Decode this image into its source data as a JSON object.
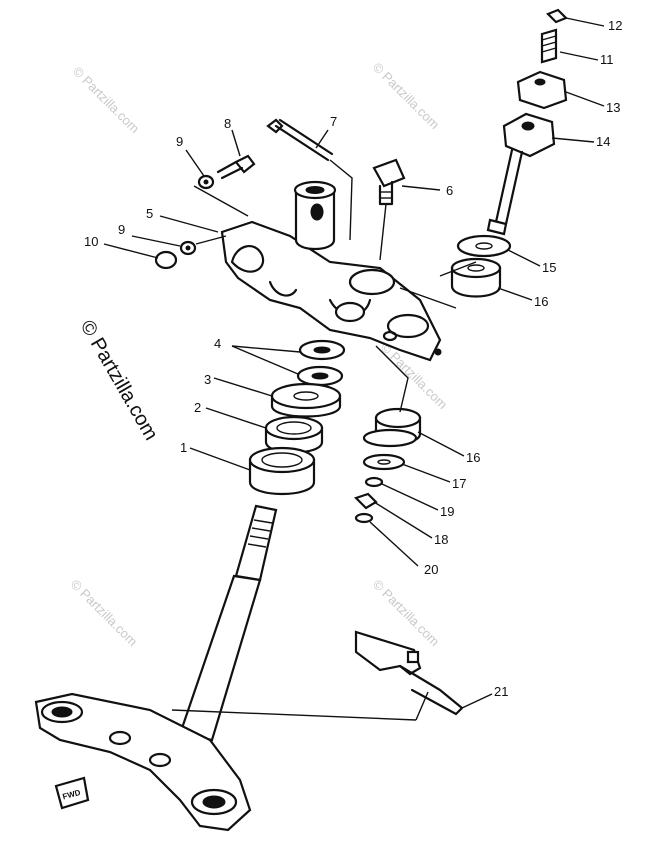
{
  "watermark": {
    "text": "© Partzilla.com",
    "color": "#c9c9c9"
  },
  "front_marker": {
    "text": "FWD"
  },
  "callouts": [
    {
      "id": "c1",
      "label": "1"
    },
    {
      "id": "c2",
      "label": "2"
    },
    {
      "id": "c3",
      "label": "3"
    },
    {
      "id": "c4",
      "label": "4"
    },
    {
      "id": "c5",
      "label": "5"
    },
    {
      "id": "c6",
      "label": "6"
    },
    {
      "id": "c7",
      "label": "7"
    },
    {
      "id": "c8",
      "label": "8"
    },
    {
      "id": "c9a",
      "label": "9"
    },
    {
      "id": "c9b",
      "label": "9"
    },
    {
      "id": "c10",
      "label": "10"
    },
    {
      "id": "c11",
      "label": "11"
    },
    {
      "id": "c12",
      "label": "12"
    },
    {
      "id": "c13",
      "label": "13"
    },
    {
      "id": "c14",
      "label": "14"
    },
    {
      "id": "c15",
      "label": "15"
    },
    {
      "id": "c16a",
      "label": "16"
    },
    {
      "id": "c16b",
      "label": "16"
    },
    {
      "id": "c17",
      "label": "17"
    },
    {
      "id": "c18",
      "label": "18"
    },
    {
      "id": "c19",
      "label": "19"
    },
    {
      "id": "c20",
      "label": "20"
    },
    {
      "id": "c21",
      "label": "21"
    }
  ]
}
